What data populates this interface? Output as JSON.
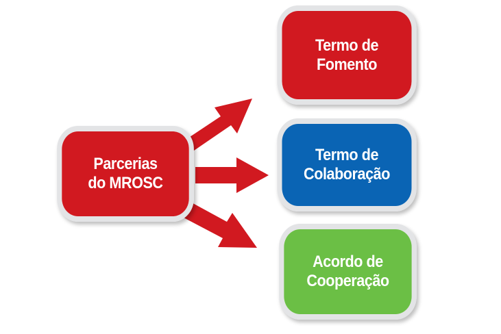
{
  "source": {
    "lines": [
      "Parcerias",
      "do MROSC"
    ],
    "color": "#d11920"
  },
  "targets": [
    {
      "lines": [
        "Termo de",
        "Fomento"
      ],
      "color": "#d11920"
    },
    {
      "lines": [
        "Termo de",
        "Colaboração"
      ],
      "color": "#0a64b4"
    },
    {
      "lines": [
        "Acordo de",
        "Cooperação"
      ],
      "color": "#6bbf45"
    }
  ],
  "arrow_color": "#d11920"
}
